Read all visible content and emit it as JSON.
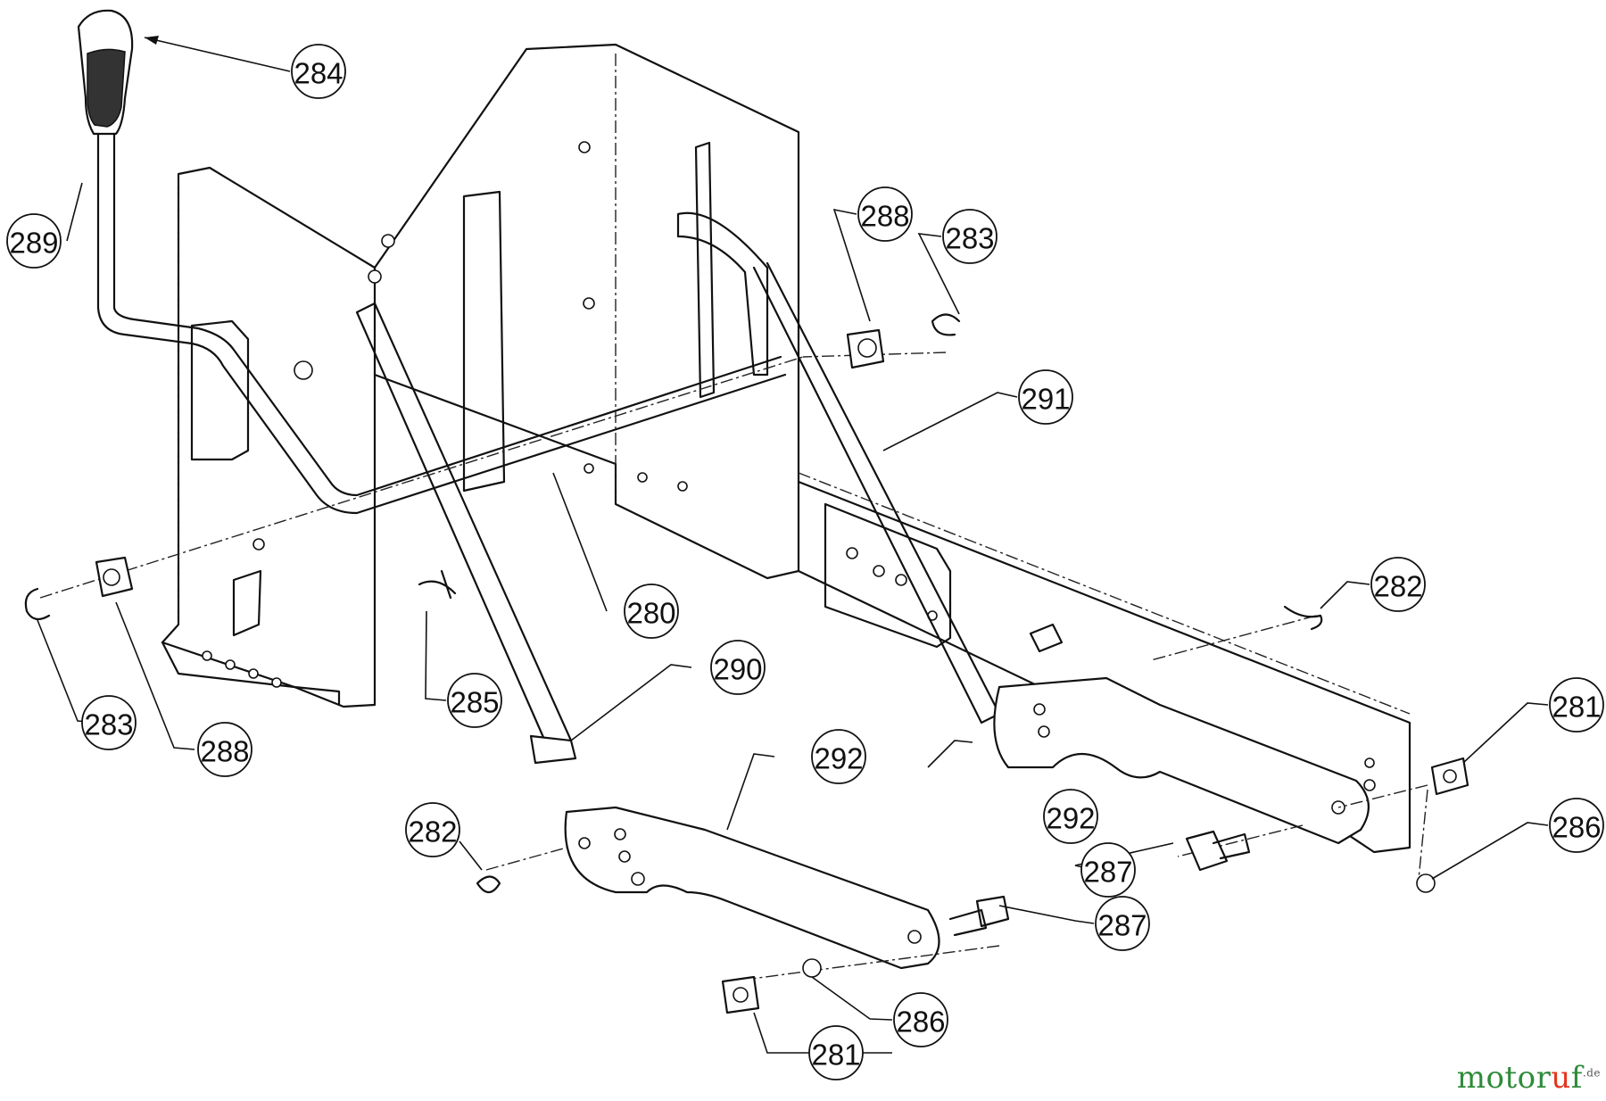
{
  "callouts": {
    "c280": "280",
    "c281a": "281",
    "c281b": "281",
    "c282a": "282",
    "c282b": "282",
    "c283a": "283",
    "c283b": "283",
    "c284": "284",
    "c285": "285",
    "c286a": "286",
    "c286b": "286",
    "c287a": "287",
    "c287b": "287",
    "c288a": "288",
    "c288b": "288",
    "c289": "289",
    "c290": "290",
    "c291": "291",
    "c292a": "292",
    "c292b": "292"
  },
  "watermark": {
    "main_left": "motor",
    "main_dot": "u",
    "main_right": "f",
    "suffix": ".de"
  }
}
